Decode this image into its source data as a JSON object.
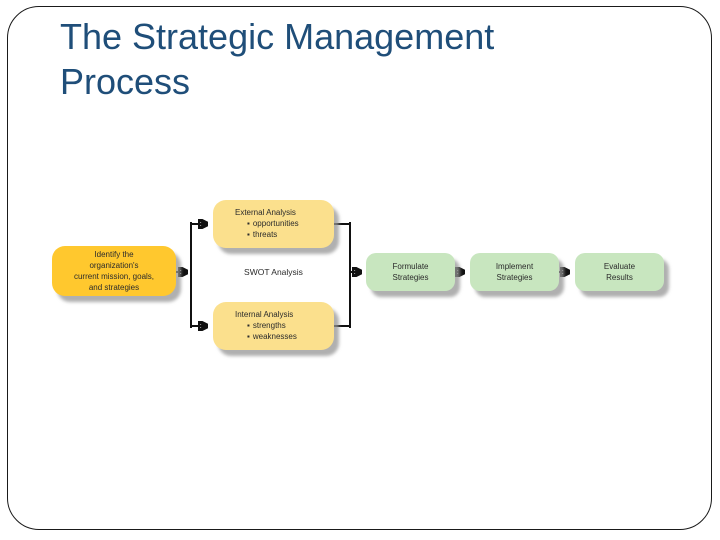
{
  "slide": {
    "title": "The Strategic Management Process"
  },
  "icons": {
    "bullet": "▪"
  },
  "colors": {
    "title_text": "#1F4E79",
    "gold_box": "#FFC82E",
    "pale_yellow_box": "#FBE08D",
    "green_box": "#C8E6BF",
    "connector": "#111111",
    "box_text": "#2B2B2B",
    "shadow": "#969696"
  },
  "diagram": {
    "identify_box": {
      "lines": [
        "Identify the",
        "organization's",
        "current mission, goals,",
        "and strategies"
      ]
    },
    "external_box": {
      "title": "External Analysis",
      "bullets": [
        "opportunities",
        "threats"
      ]
    },
    "swot_label": "SWOT Analysis",
    "internal_box": {
      "title": "Internal Analysis",
      "bullets": [
        "strengths",
        "weaknesses"
      ]
    },
    "formulate_box": {
      "lines": [
        "Formulate",
        "Strategies"
      ]
    },
    "implement_box": {
      "lines": [
        "Implement",
        "Strategies"
      ]
    },
    "evaluate_box": {
      "lines": [
        "Evaluate",
        "Results"
      ]
    }
  }
}
